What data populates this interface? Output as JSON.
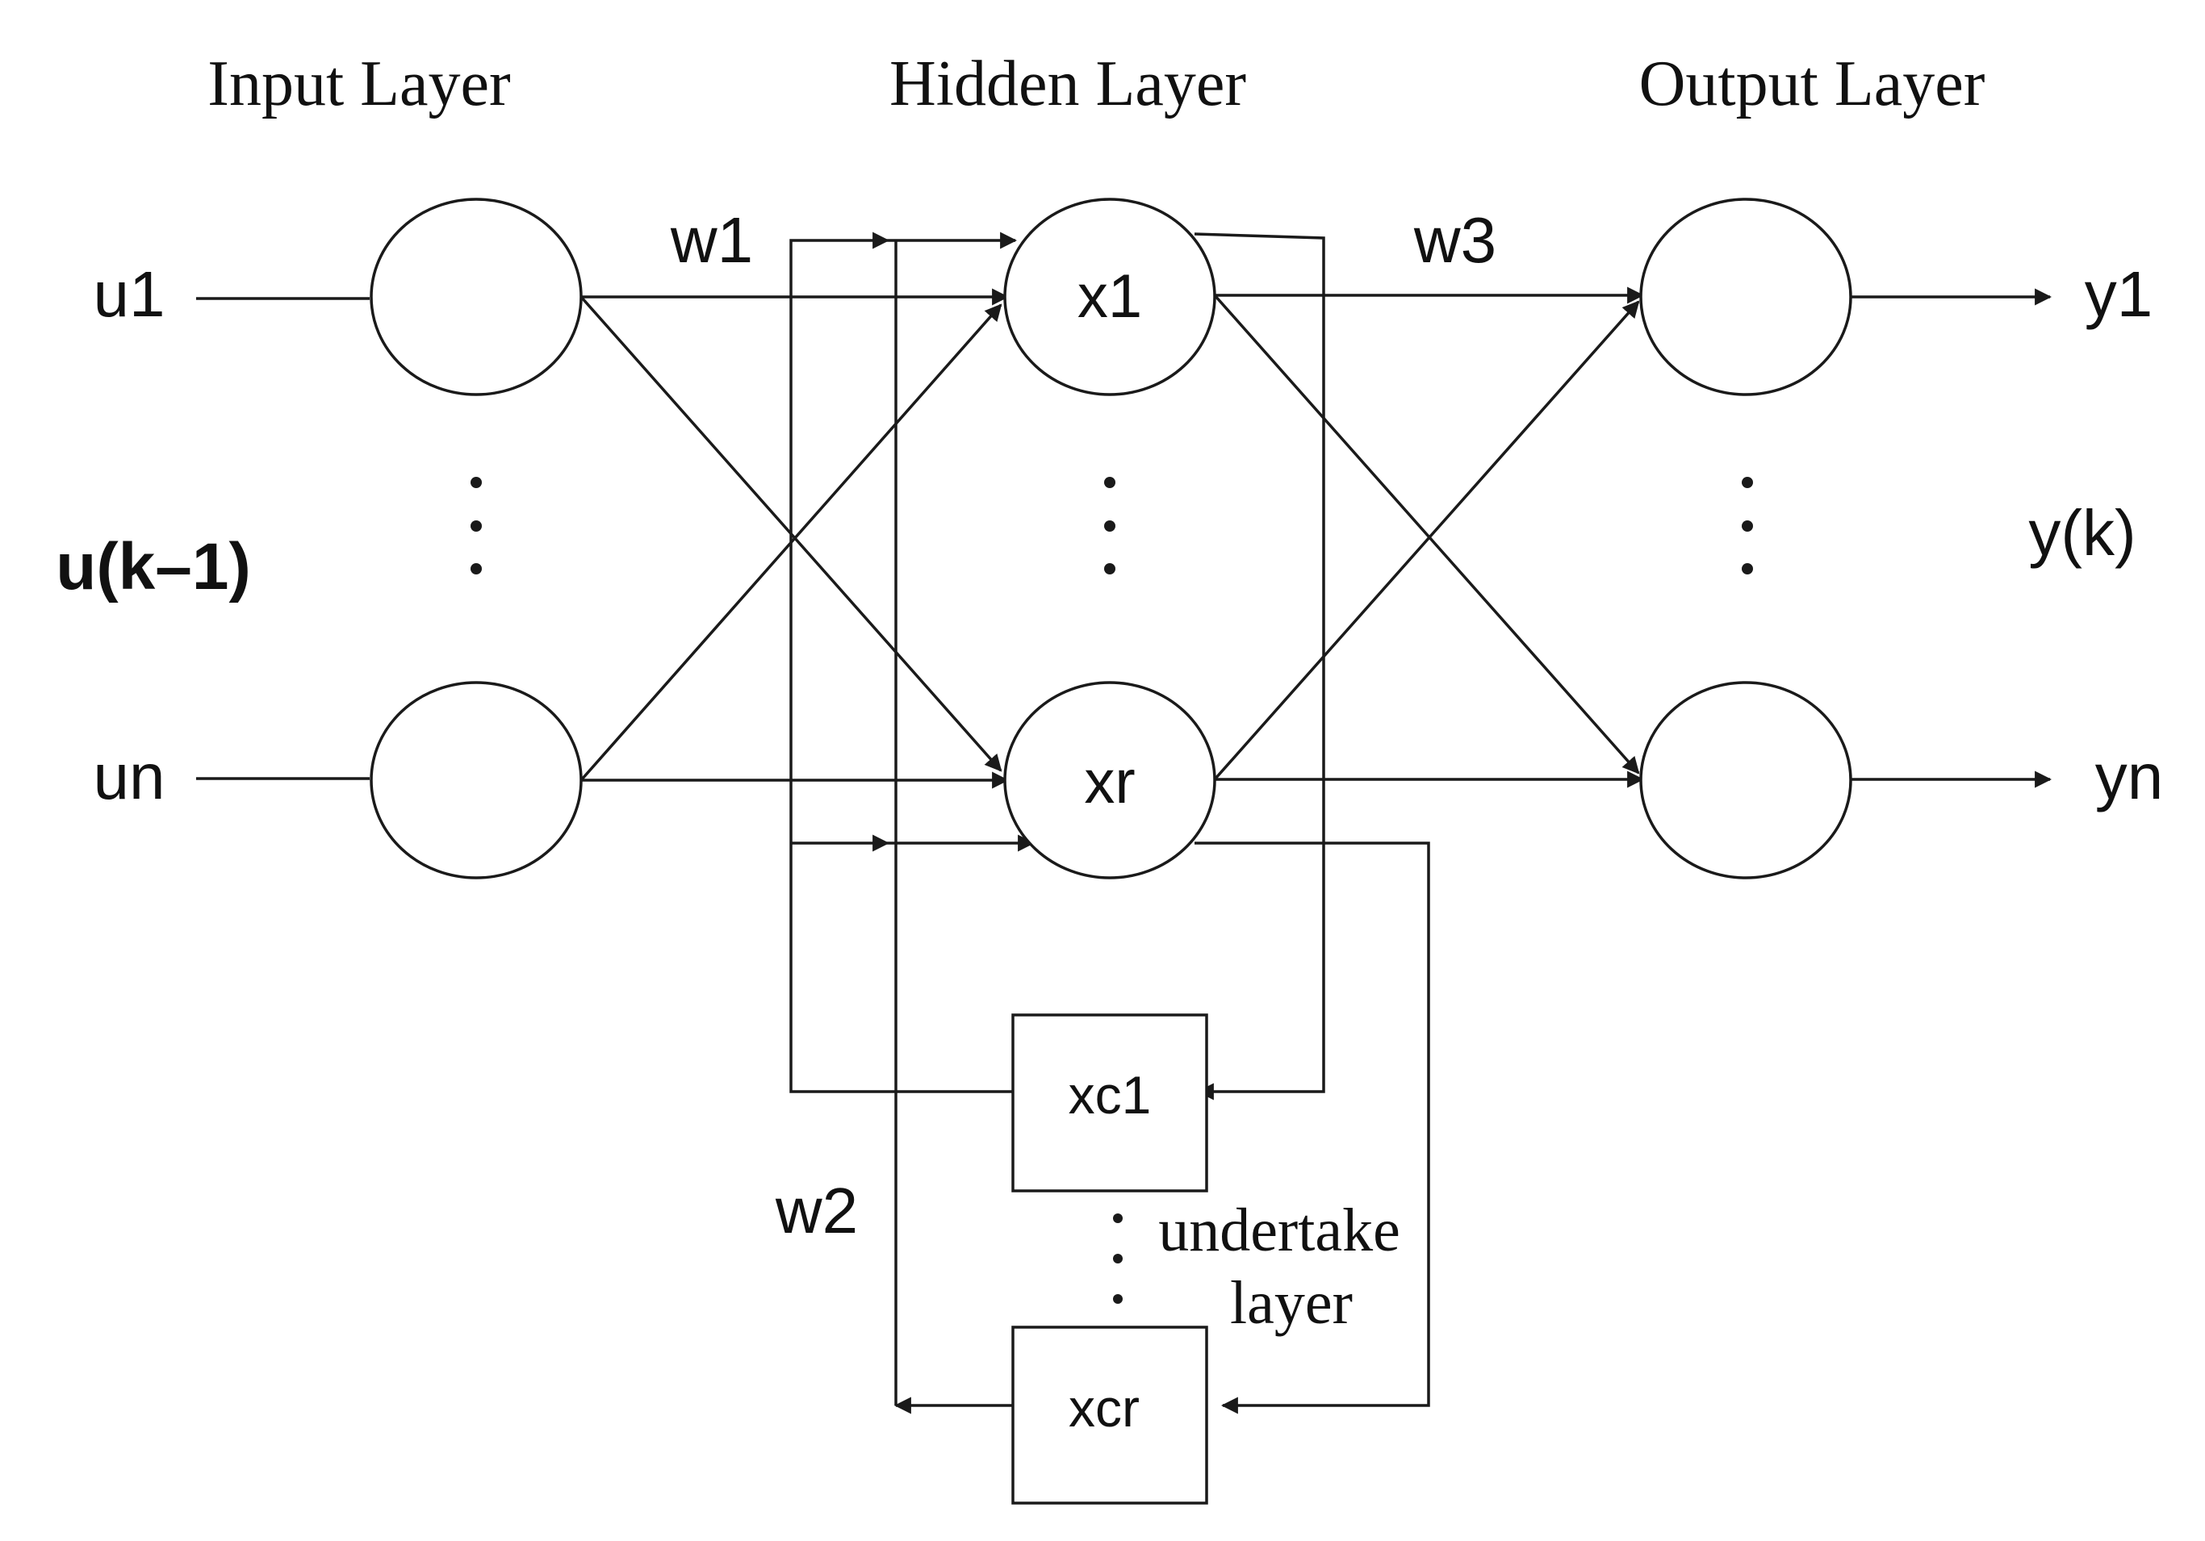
{
  "layers": {
    "input": "Input Layer",
    "hidden": "Hidden Layer",
    "output": "Output Layer",
    "context": "undertake layer",
    "context_line1": "undertake",
    "context_line2": "layer"
  },
  "inputs": {
    "first": "u1",
    "last": "un",
    "vector": "u(k–1)"
  },
  "hidden_nodes": {
    "first": "x1",
    "last": "xr"
  },
  "context_nodes": {
    "first": "xc1",
    "last": "xcr"
  },
  "outputs": {
    "first": "y1",
    "last": "yn",
    "vector": "y(k)"
  },
  "weights": {
    "input_to_hidden": "w1",
    "context_to_hidden": "w2",
    "hidden_to_output": "w3"
  },
  "colors": {
    "stroke": "#1a1a1a",
    "text": "#111111",
    "background": "#ffffff"
  }
}
